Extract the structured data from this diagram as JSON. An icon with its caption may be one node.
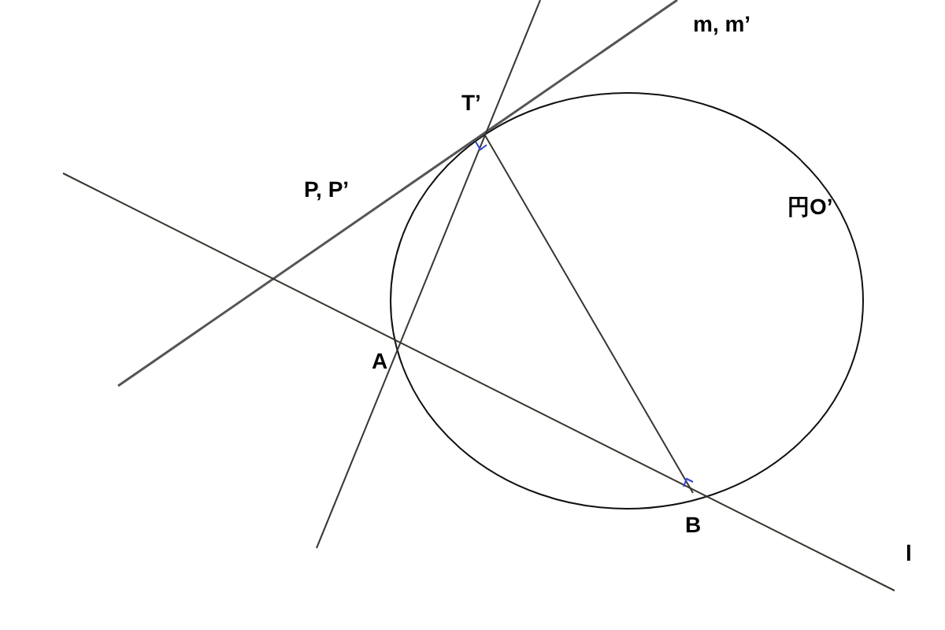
{
  "diagram": {
    "labels": [
      "m, m’",
      "T’",
      "P, P’",
      "円O’",
      "A",
      "B",
      "l"
    ]
  }
}
